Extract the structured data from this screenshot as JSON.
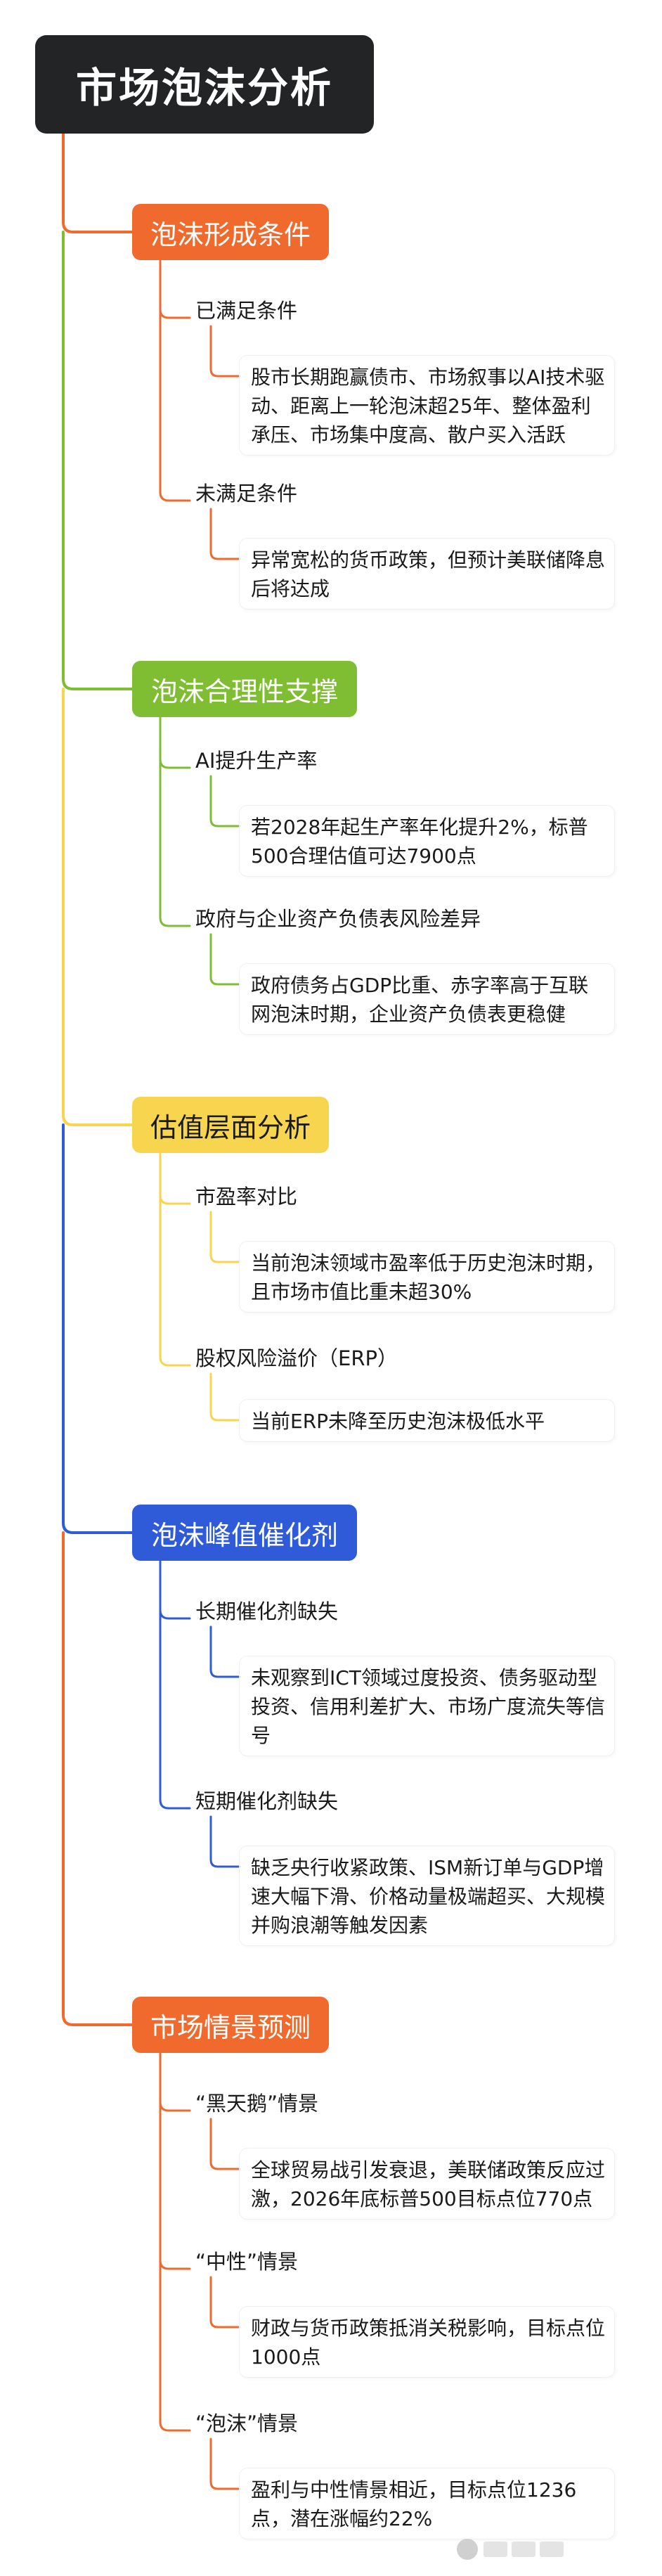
{
  "title": "市场泡沫分析",
  "sections": [
    {
      "label": "泡沫形成条件",
      "color": "#ef6a2c",
      "text_color": "#ffffff",
      "subs": [
        {
          "label": "已满足条件",
          "leaf": [
            "股市长期跑赢债市、市场叙事以AI技术驱",
            "动、距离上一轮泡沫超25年、整体盈利",
            "承压、市场集中度高、散户买入活跃"
          ]
        },
        {
          "label": "未满足条件",
          "leaf": [
            "异常宽松的货币政策，但预计美联储降息",
            "后将达成"
          ]
        }
      ]
    },
    {
      "label": "泡沫合理性支撑",
      "color": "#7fbd33",
      "text_color": "#ffffff",
      "subs": [
        {
          "label": "AI提升生产率",
          "leaf": [
            "若2028年起生产率年化提升2%，标普",
            "500合理估值可达7900点"
          ]
        },
        {
          "label": "政府与企业资产负债表风险差异",
          "leaf": [
            "政府债务占GDP比重、赤字率高于互联",
            "网泡沫时期，企业资产负债表更稳健"
          ]
        }
      ]
    },
    {
      "label": "估值层面分析",
      "color": "#f7d54e",
      "text_color": "#1a1a1a",
      "subs": [
        {
          "label": "市盈率对比",
          "leaf": [
            "当前泡沫领域市盈率低于历史泡沫时期，",
            "且市场市值比重未超30%"
          ]
        },
        {
          "label": "股权风险溢价（ERP）",
          "leaf": [
            "当前ERP未降至历史泡沫极低水平"
          ]
        }
      ]
    },
    {
      "label": "泡沫峰值催化剂",
      "color": "#2f5bd9",
      "text_color": "#ffffff",
      "subs": [
        {
          "label": "长期催化剂缺失",
          "leaf": [
            "未观察到ICT领域过度投资、债务驱动型",
            "投资、信用利差扩大、市场广度流失等信",
            "号"
          ]
        },
        {
          "label": "短期催化剂缺失",
          "leaf": [
            "缺乏央行收紧政策、ISM新订单与GDP增",
            "速大幅下滑、价格动量极端超买、大规模",
            "并购浪潮等触发因素"
          ]
        }
      ]
    },
    {
      "label": "市场情景预测",
      "color": "#ef6a2c",
      "text_color": "#ffffff",
      "subs": [
        {
          "label": "“黑天鹅”情景",
          "leaf": [
            "全球贸易战引发衰退，美联储政策反应过",
            "激，2026年底标普500目标点位770点"
          ]
        },
        {
          "label": "“中性”情景",
          "leaf": [
            "财政与货币政策抵消关税影响，目标点位",
            "1000点"
          ]
        },
        {
          "label": "“泡沫”情景",
          "leaf": [
            "盈利与中性情景相近，目标点位1236",
            "点，潜在涨幅约22%"
          ]
        }
      ]
    }
  ]
}
